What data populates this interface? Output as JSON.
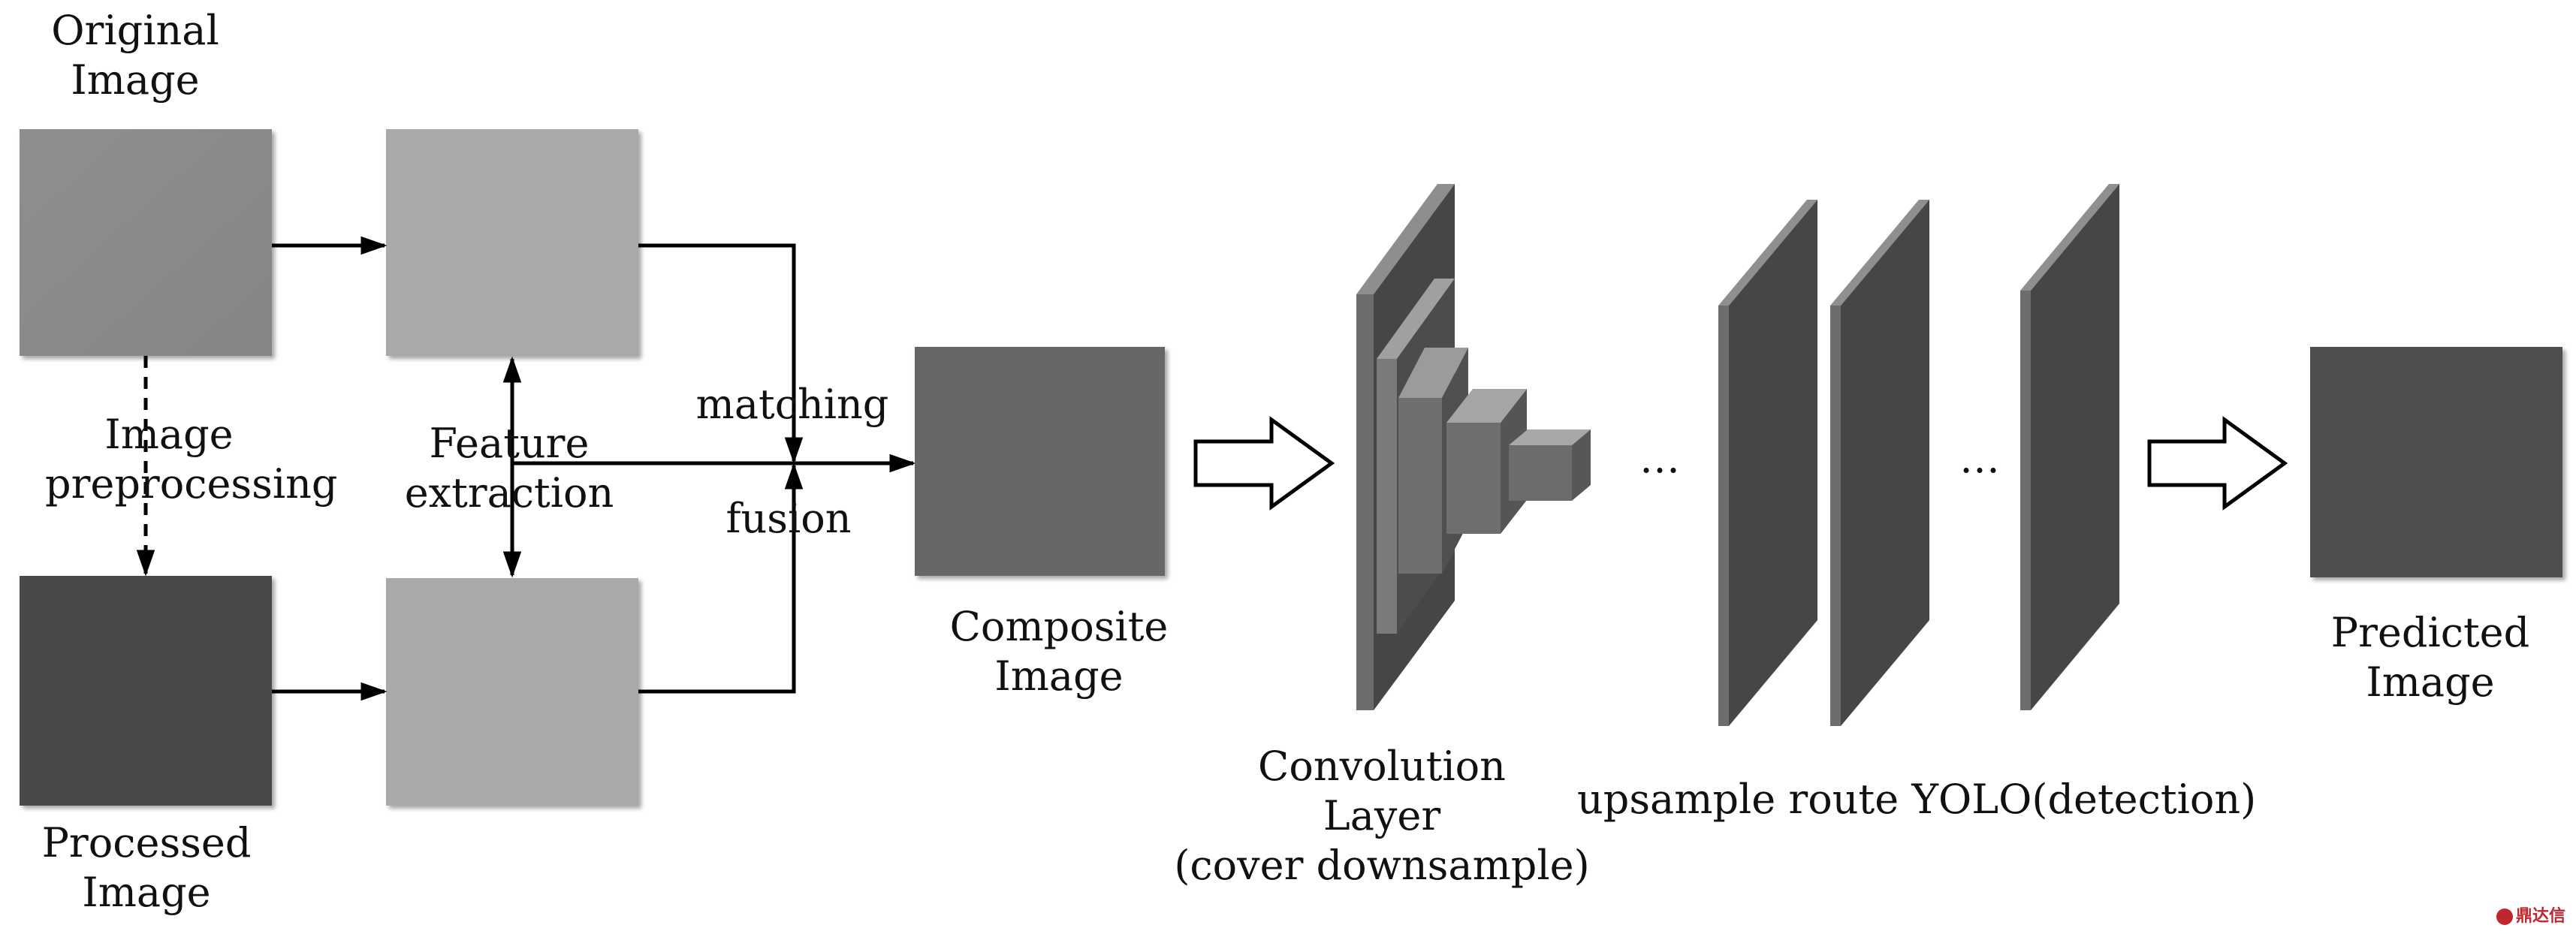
{
  "labels": {
    "original_image": [
      "Original",
      "Image"
    ],
    "image_preprocessing": [
      "Image",
      "preprocessing"
    ],
    "processed_image": [
      "Processed",
      "Image"
    ],
    "feature_extraction": [
      "Feature",
      "extraction"
    ],
    "matching": "matching",
    "fusion": "fusion",
    "composite_image": [
      "Composite",
      "Image"
    ],
    "convolution_layer": [
      "Convolution",
      "Layer",
      "(cover downsample)"
    ],
    "upsample_route": "upsample route YOLO(detection)",
    "ellipsis_1": "…",
    "ellipsis_2": "…",
    "predicted_image": [
      "Predicted",
      "Image"
    ]
  },
  "watermark": "鼎达信",
  "colors": {
    "original_image": "#8c8c8c",
    "processed_image": "#4a4a4a",
    "feature_maps": "#a9a9a9",
    "composite_image": "#666666",
    "predicted_image": "#4f4f4f",
    "layer_face": "#464646",
    "layer_edge": "#9a9a9a",
    "arrow": "#000000",
    "watermark": "#c0262d"
  }
}
